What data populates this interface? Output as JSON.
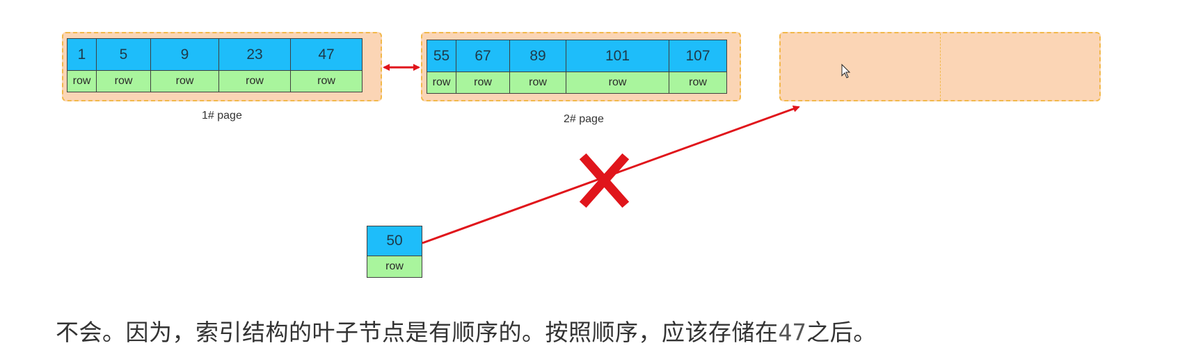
{
  "pages": [
    {
      "caption": "1#  page",
      "keys": [
        "1",
        "5",
        "9",
        "23",
        "47"
      ],
      "rows": [
        "row",
        "row",
        "row",
        "row",
        "row"
      ]
    },
    {
      "caption": "2#  page",
      "keys": [
        "55",
        "67",
        "89",
        "101",
        "107"
      ],
      "rows": [
        "row",
        "row",
        "row",
        "row",
        "row"
      ]
    }
  ],
  "new_record": {
    "key": "50",
    "row": "row"
  },
  "explanation": {
    "before": "不会。因为，索引结构的叶子节点是有顺序的。按照顺序，应该存储在",
    "number": "47",
    "after": "之后。"
  },
  "colors": {
    "page_bg": "#fbd5b5",
    "page_border": "#f2b84a",
    "key_cell": "#1ebdfa",
    "row_cell": "#a9f59d",
    "arrow": "#e0151b",
    "cross": "#e0151b"
  },
  "icons": [
    "double-arrow-icon",
    "arrow-icon",
    "cross-icon",
    "mouse-cursor-icon"
  ]
}
